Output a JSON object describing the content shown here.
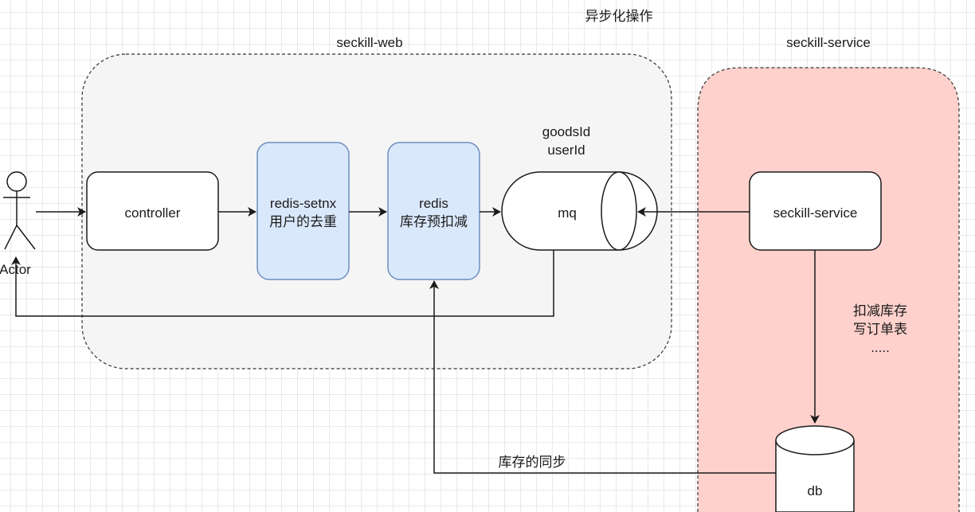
{
  "title": "异步化操作",
  "groups": {
    "web": {
      "label": "seckill-web"
    },
    "service": {
      "label": "seckill-service"
    }
  },
  "actor": {
    "label": "Actor"
  },
  "nodes": {
    "controller": {
      "label": "controller"
    },
    "setnx": {
      "line1": "redis-setnx",
      "line2": "用户的去重"
    },
    "redis": {
      "line1": "redis",
      "line2": "库存预扣减"
    },
    "mq": {
      "label": "mq",
      "note_line1": "goodsId",
      "note_line2": "userId"
    },
    "service": {
      "label": "seckill-service"
    },
    "db": {
      "label": "db"
    }
  },
  "annotations": {
    "deduct_line1": "扣减库存",
    "deduct_line2": "写订单表",
    "deduct_line3": ".....",
    "sync": "库存的同步"
  },
  "colors": {
    "web_group_fill": "#f5f5f5",
    "service_group_fill": "#ffd1cc",
    "blue_node_fill": "#dae8fc",
    "blue_node_stroke": "#6c8ebf",
    "stroke": "#1a1a1a"
  }
}
